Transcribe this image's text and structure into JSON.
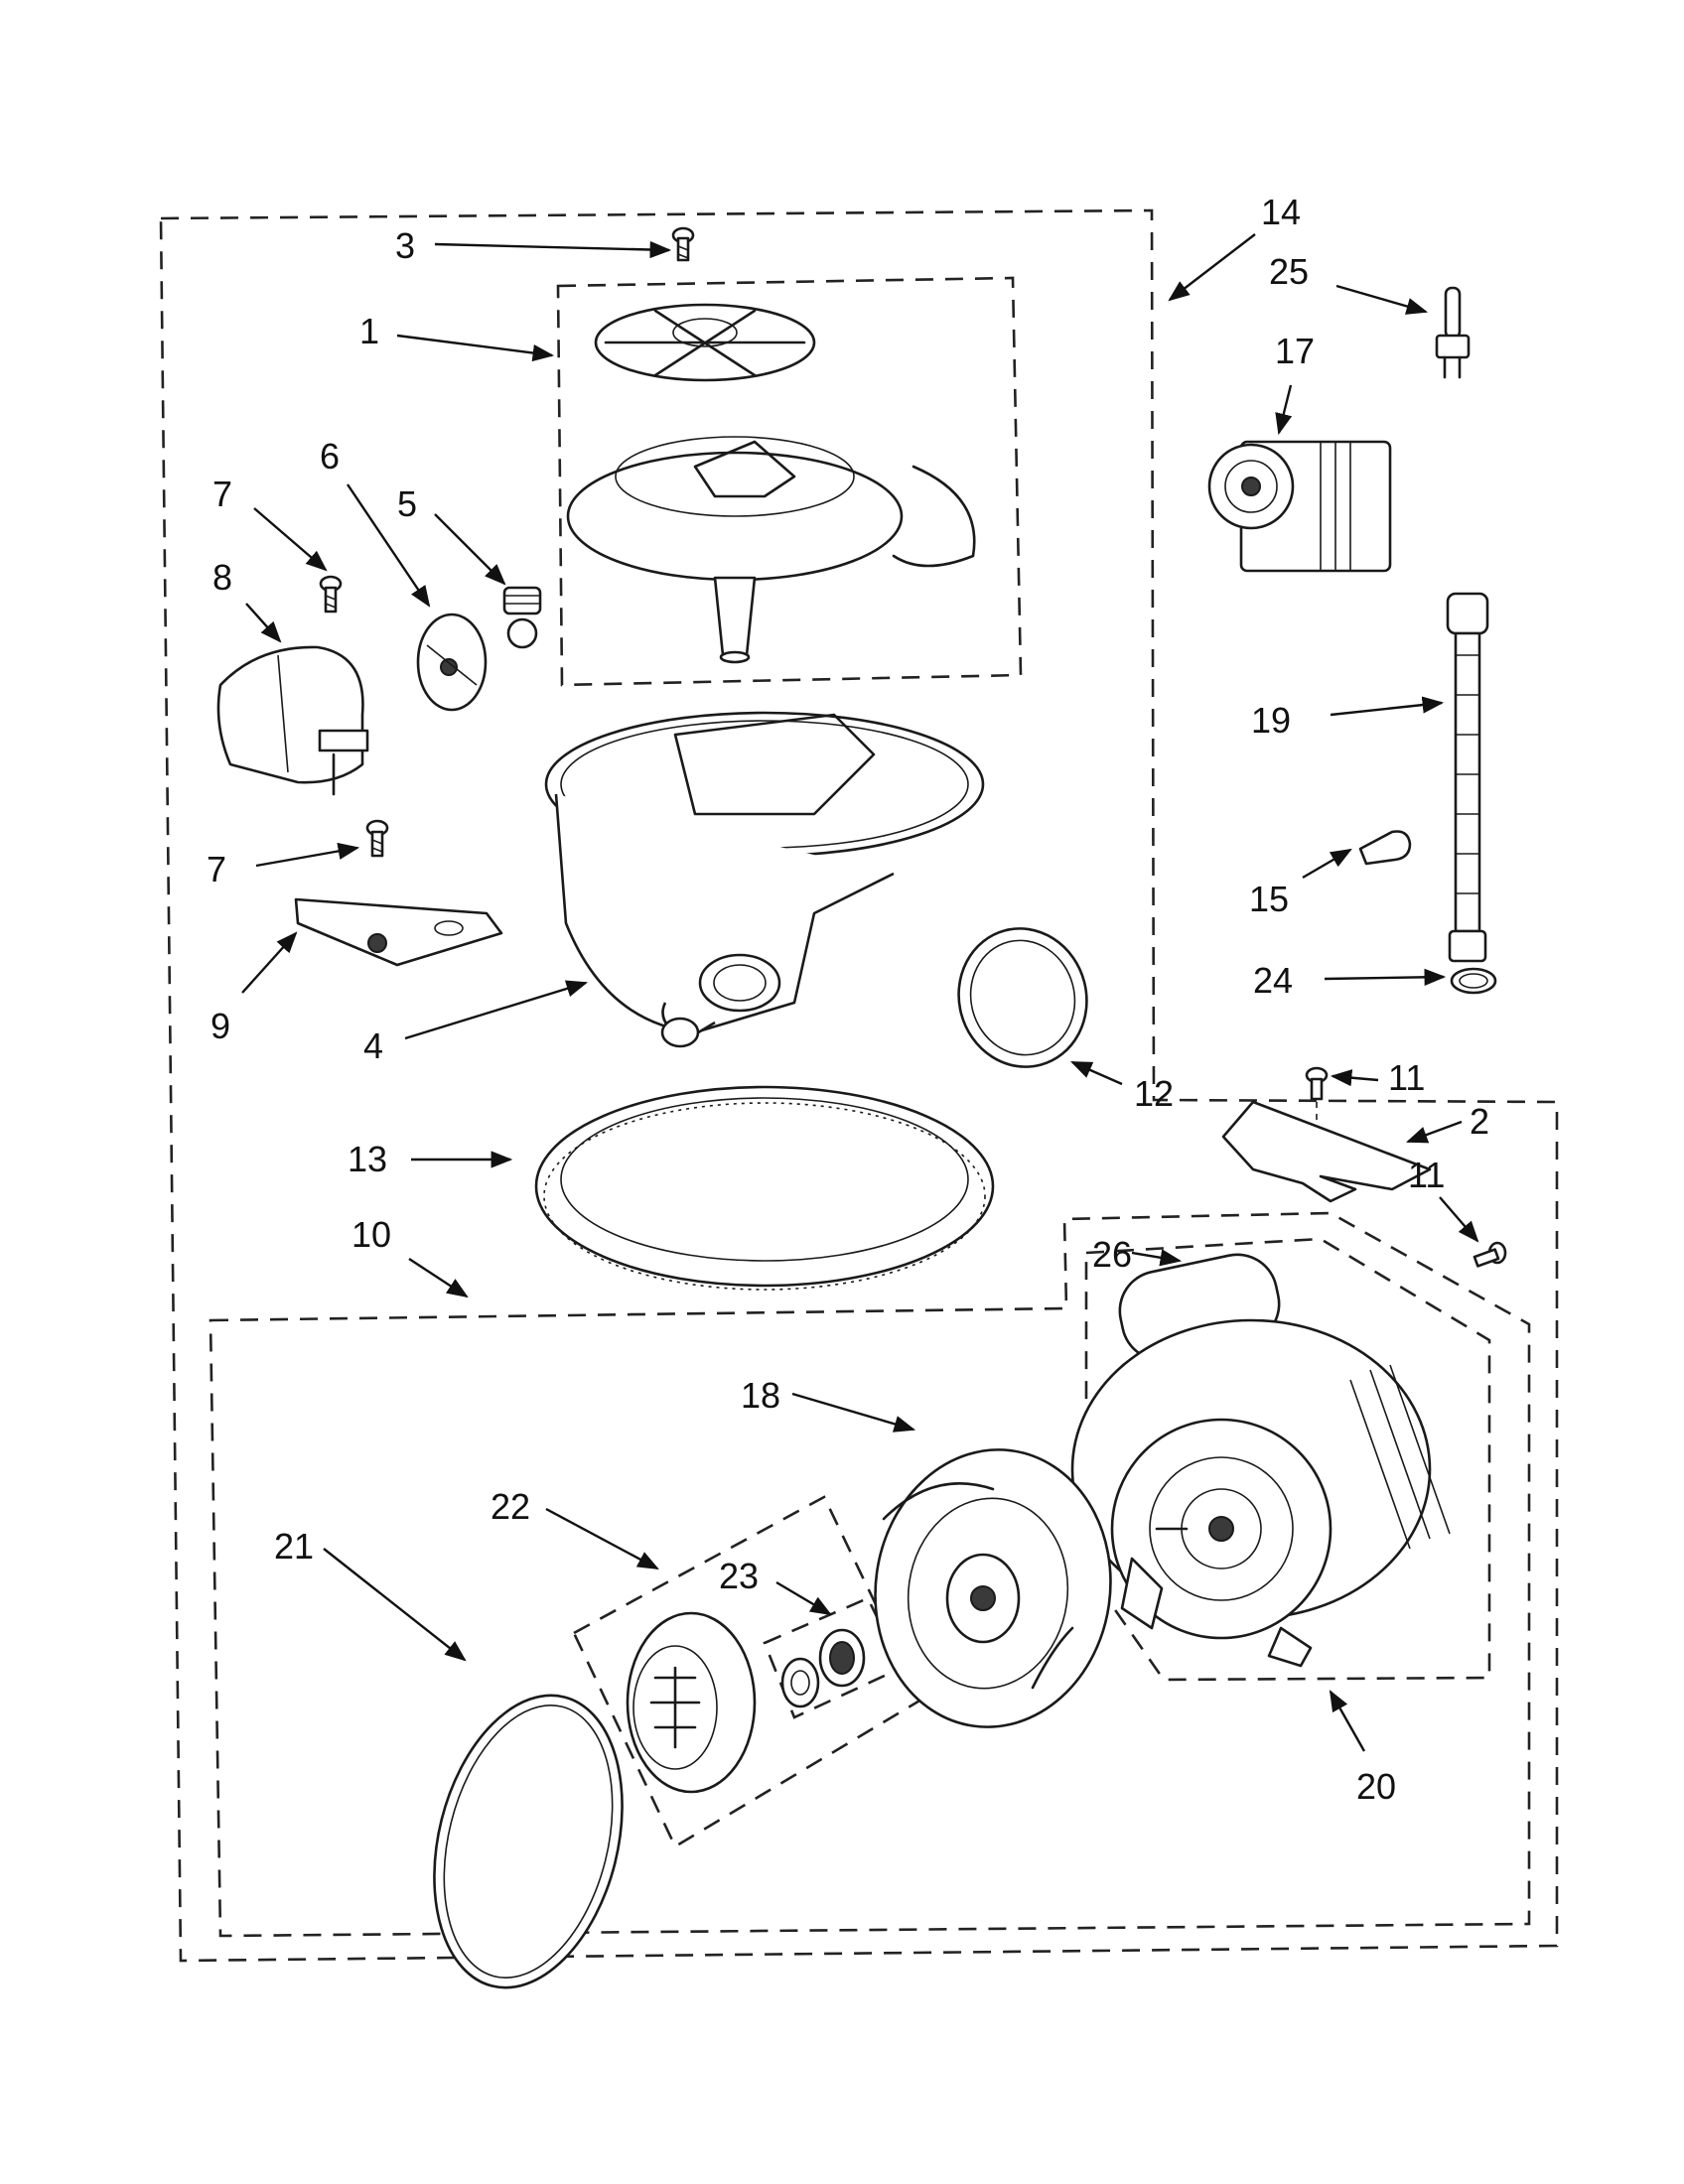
{
  "callouts": [
    {
      "id": "1",
      "text": "1"
    },
    {
      "id": "2",
      "text": "2"
    },
    {
      "id": "3",
      "text": "3"
    },
    {
      "id": "4",
      "text": "4"
    },
    {
      "id": "5",
      "text": "5"
    },
    {
      "id": "6",
      "text": "6"
    },
    {
      "id": "7a",
      "text": "7"
    },
    {
      "id": "7b",
      "text": "7"
    },
    {
      "id": "8",
      "text": "8"
    },
    {
      "id": "9",
      "text": "9"
    },
    {
      "id": "10",
      "text": "10"
    },
    {
      "id": "11a",
      "text": "11"
    },
    {
      "id": "11b",
      "text": "11"
    },
    {
      "id": "12",
      "text": "12"
    },
    {
      "id": "13",
      "text": "13"
    },
    {
      "id": "14",
      "text": "14"
    },
    {
      "id": "15",
      "text": "15"
    },
    {
      "id": "17",
      "text": "17"
    },
    {
      "id": "18",
      "text": "18"
    },
    {
      "id": "19",
      "text": "19"
    },
    {
      "id": "20",
      "text": "20"
    },
    {
      "id": "21",
      "text": "21"
    },
    {
      "id": "22",
      "text": "22"
    },
    {
      "id": "23",
      "text": "23"
    },
    {
      "id": "24",
      "text": "24"
    },
    {
      "id": "25",
      "text": "25"
    },
    {
      "id": "26",
      "text": "26"
    }
  ]
}
